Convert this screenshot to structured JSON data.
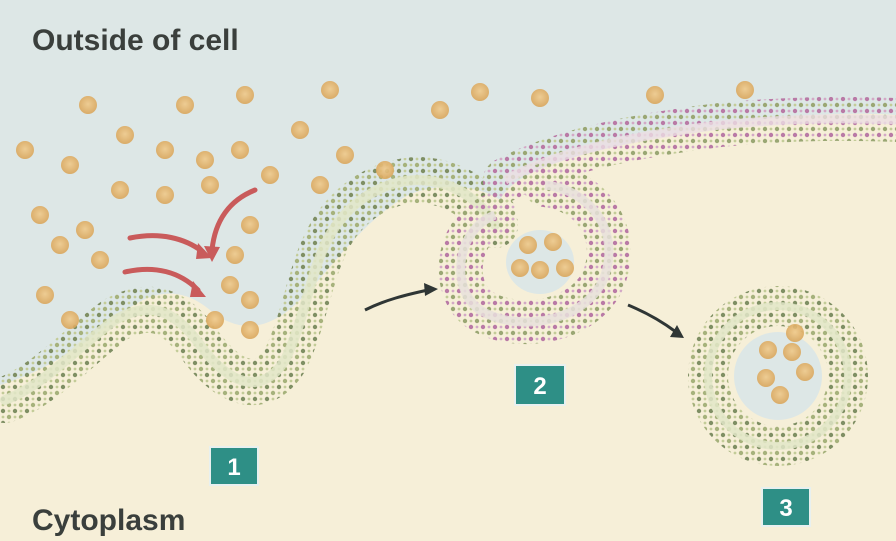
{
  "labels": {
    "outside": "Outside of cell",
    "cytoplasm": "Cytoplasm"
  },
  "steps": [
    {
      "number": "1"
    },
    {
      "number": "2"
    },
    {
      "number": "3"
    }
  ],
  "colors": {
    "outside_bg": "#dde7e6",
    "cytoplasm_bg": "#f6efd8",
    "membrane_outer": "#8b9a73",
    "membrane_inner": "#b7c28f",
    "membrane_band": "#e2e6c8",
    "membrane_pink": "#c98fb6",
    "particle": "#e2b36a",
    "step_badge": "#2e8f86",
    "arrow_red": "#c95b5b",
    "arrow_dark": "#2f3635"
  }
}
